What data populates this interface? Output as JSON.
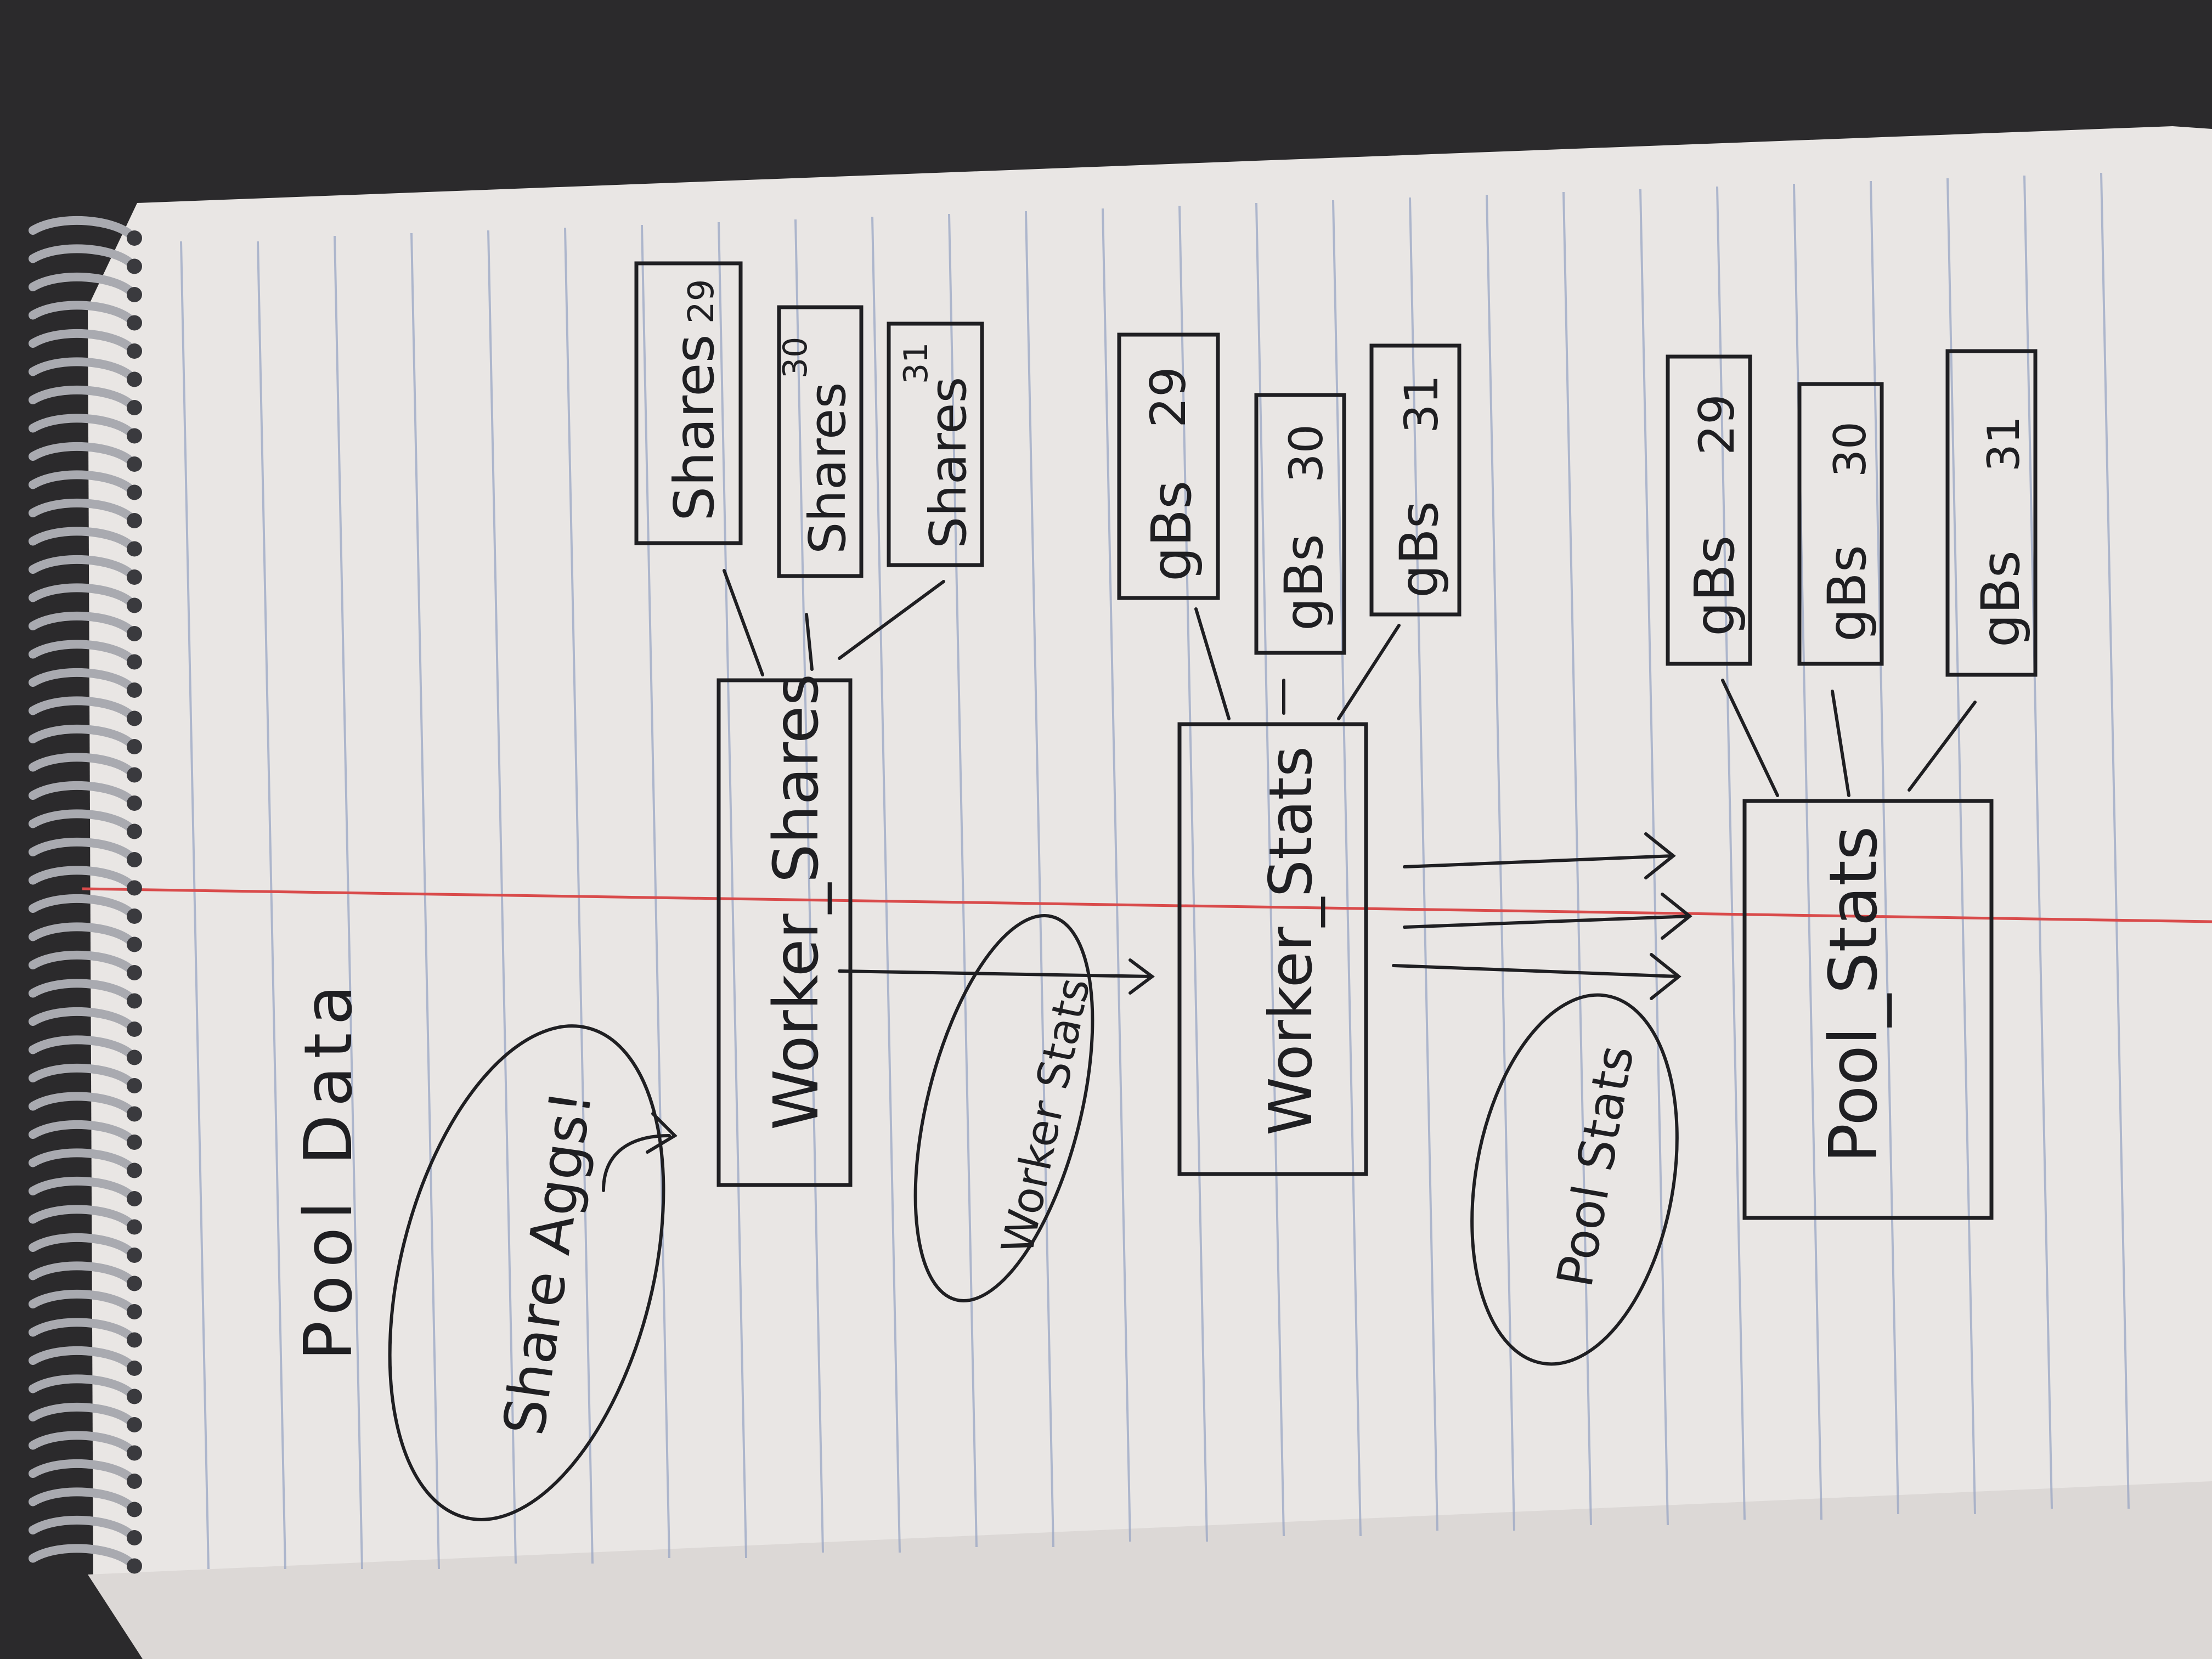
{
  "title": "Pool Data",
  "ellipses": {
    "share_aggs": "Share Aggs!",
    "worker_stats": "Worker Stats",
    "pool_stats": "Pool Stats"
  },
  "tables": {
    "worker_shares": "Worker_Shares",
    "worker_stats": "Worker_Stats",
    "pool_stats": "Pool_Stats"
  },
  "shares_partitions": [
    {
      "label": "Shares",
      "num": "29"
    },
    {
      "label": "Shares",
      "num": "30"
    },
    {
      "label": "Shares",
      "num": "31"
    }
  ],
  "worker_gbs_partitions": [
    {
      "label": "gBs",
      "num": "29"
    },
    {
      "label": "gBs",
      "num": "30"
    },
    {
      "label": "gBs",
      "num": "31"
    }
  ],
  "pool_gbs_partitions": [
    {
      "label": "gBs",
      "num": "29"
    },
    {
      "label": "gBs",
      "num": "30"
    },
    {
      "label": "gBs",
      "num": "31"
    }
  ],
  "colors": {
    "paper": "#e9e6e4",
    "rule_line": "#9aa6c4",
    "margin_line": "#d94b4b",
    "ink": "#1f1f22",
    "background": "#2b2a2c"
  }
}
